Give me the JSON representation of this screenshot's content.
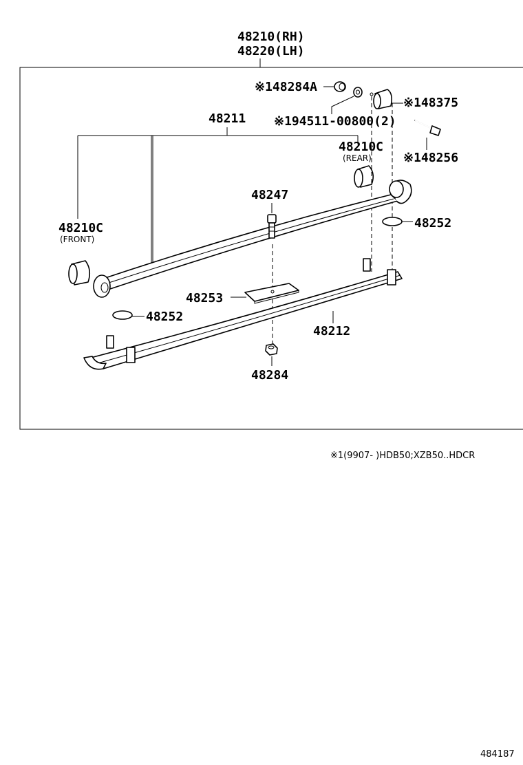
{
  "callouts": {
    "main_rh": "48210(RH)",
    "main_lh": "48220(LH)",
    "p48284A": "※148284A",
    "p48375": "※148375",
    "p94511": "※194511-00800(2)",
    "p48211": "48211",
    "p48210C_rear": "48210C",
    "rear_note": "(REAR)",
    "p48256": "※148256",
    "p48247": "48247",
    "p48210C_front": "48210C",
    "front_note": "(FRONT)",
    "p48252_right": "48252",
    "p48253": "48253",
    "p48252_left": "48252",
    "p48212": "48212",
    "p48284": "48284"
  },
  "footnote": "※1(9907-      )HDB50;XZB50..HDCR",
  "diagram_id": "484187"
}
